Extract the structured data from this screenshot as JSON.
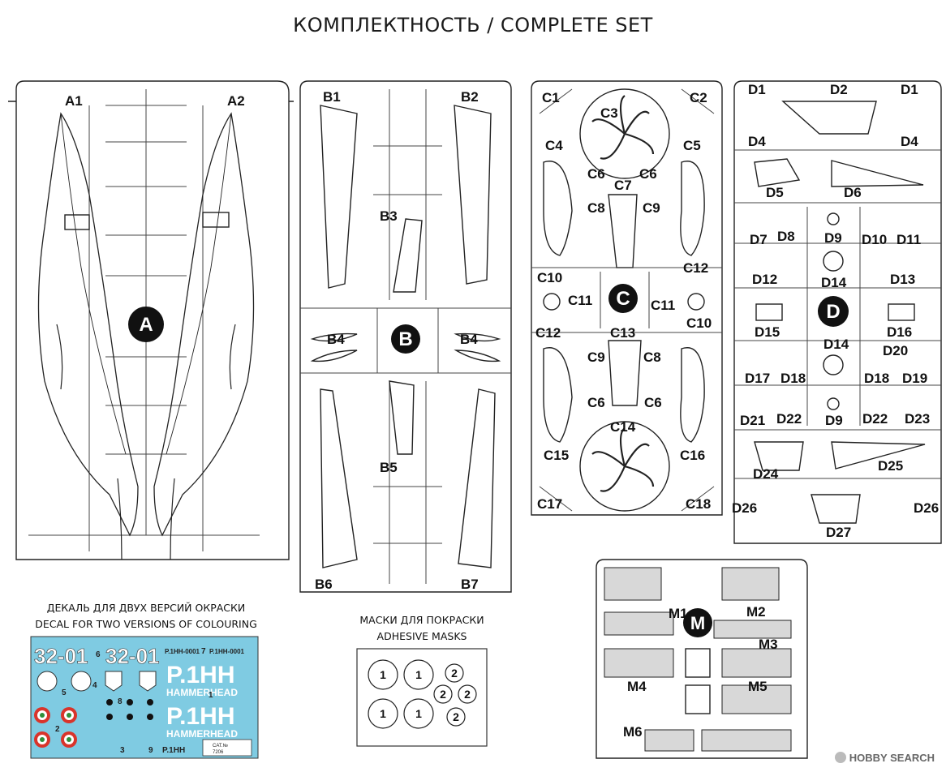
{
  "header": {
    "title": "КОМПЛЕКТНОСТЬ / COMPLETE SET"
  },
  "sprues": [
    {
      "id": "A",
      "labels": [
        "A1",
        "A2"
      ]
    },
    {
      "id": "B",
      "labels": [
        "B1",
        "B2",
        "B3",
        "B4",
        "B4",
        "B5",
        "B6",
        "B7"
      ]
    },
    {
      "id": "C",
      "labels": [
        "C1",
        "C2",
        "C3",
        "C4",
        "C5",
        "C6",
        "C7",
        "C6",
        "C8",
        "C9",
        "C10",
        "C12",
        "C11",
        "C11",
        "C10",
        "C12",
        "C13",
        "C9",
        "C8",
        "C6",
        "C6",
        "C14",
        "C15",
        "C16",
        "C17",
        "C18"
      ]
    },
    {
      "id": "D",
      "labels": [
        "D1",
        "D2",
        "D1",
        "D4",
        "D4",
        "D5",
        "D6",
        "D7",
        "D8",
        "D9",
        "D10",
        "D11",
        "D12",
        "D14",
        "D13",
        "D15",
        "D16",
        "D14",
        "D20",
        "D17",
        "D18",
        "D18",
        "D19",
        "D21",
        "D22",
        "D9",
        "D22",
        "D23",
        "D24",
        "D25",
        "D26",
        "D26",
        "D27"
      ]
    },
    {
      "id": "M",
      "labels": [
        "M1",
        "M2",
        "M3",
        "M4",
        "M5",
        "M6"
      ]
    }
  ],
  "decal": {
    "caption_ru": "ДЕКАЛЬ ДЛЯ ДВУХ ВЕРСИЙ ОКРАСКИ",
    "caption_en": "DECAL FOR TWO VERSIONS OF COLOURING",
    "serial_left": "32-01",
    "serial_right": "32-01",
    "code_1": "P.1HH-0001",
    "code_2": "P.1HH-0001",
    "model_name": "P.1HH",
    "model_sub": "HAMMERHEAD",
    "footer_model": "P.1HH",
    "footer_cat_label": "CAT.№",
    "footer_cat": "7206",
    "numbers": [
      "1",
      "2",
      "3",
      "4",
      "5",
      "6",
      "7",
      "8",
      "9"
    ],
    "colors": {
      "background": "#7fcbe2",
      "roundel_red": "#d9342b",
      "roundel_green": "#2f8f3a"
    }
  },
  "masks": {
    "caption_ru": "МАСКИ ДЛЯ ПОКРАСКИ",
    "caption_en": "ADHESIVE MASKS",
    "numbers": [
      "1",
      "1",
      "2",
      "2",
      "2",
      "1",
      "1",
      "2"
    ]
  },
  "watermark": {
    "text": "HOBBY SEARCH"
  }
}
